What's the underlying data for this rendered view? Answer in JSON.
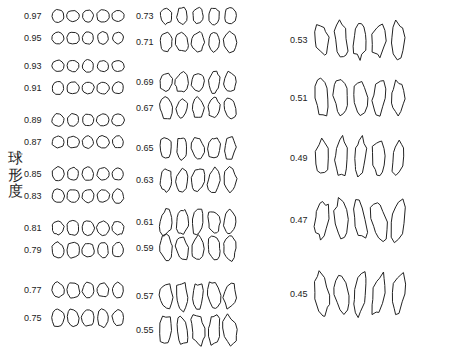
{
  "diagram": {
    "labels": [
      "0.97",
      "0.95",
      "0.93",
      "0.91",
      "0.89",
      "0.87",
      "0.85",
      "0.83",
      "0.81",
      "0.79",
      "0.77",
      "0.75",
      "球形度",
      "0.73",
      "0.71",
      "0.69",
      "0.67",
      "0.65",
      "0.63",
      "0.61",
      "0.59",
      "0.57",
      "0.55",
      "0.53",
      "0.51",
      "0.49",
      "0.47",
      "0.45"
    ]
  }
}
